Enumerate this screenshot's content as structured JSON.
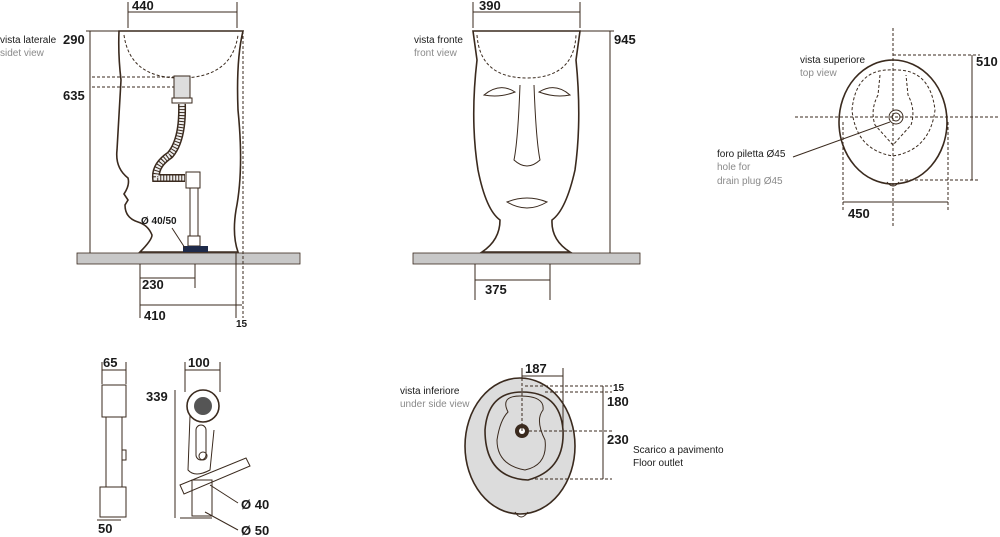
{
  "side_view": {
    "label_it": "vista laterale",
    "label_en": "sidet view",
    "dims": {
      "width": "440",
      "bowl_depth": "290",
      "height_drain": "635",
      "outlet_offset": "230",
      "base_depth": "410",
      "overhang": "15"
    },
    "pipe_label": "Ø 40/50"
  },
  "front_view": {
    "label_it": "vista fronte",
    "label_en": "front view",
    "dims": {
      "width": "390",
      "height": "945",
      "base_width": "375"
    }
  },
  "top_view": {
    "label_it": "vista superiore",
    "label_en": "top view",
    "dims": {
      "depth": "510",
      "width": "450"
    },
    "hole_it": "foro piletta Ø45",
    "hole_en_1": "hole for",
    "hole_en_2": "drain plug  Ø45"
  },
  "siphon": {
    "dims": {
      "side_width": "65",
      "front_width": "100",
      "height": "339",
      "base": "50",
      "pipe_small": "Ø 40",
      "pipe_large": "Ø 50"
    }
  },
  "under_view": {
    "label_it": "vista inferiore",
    "label_en": "under  side view",
    "dims": {
      "offset_x": "187",
      "edge": "15",
      "to_outlet": "180",
      "outlet_to_back": "230"
    },
    "outlet_it": "Scarico a pavimento",
    "outlet_en": "Floor outlet"
  },
  "colors": {
    "line": "#3a2a1e",
    "floor": "#c8c8c8",
    "fill": "#dcdcdc"
  }
}
